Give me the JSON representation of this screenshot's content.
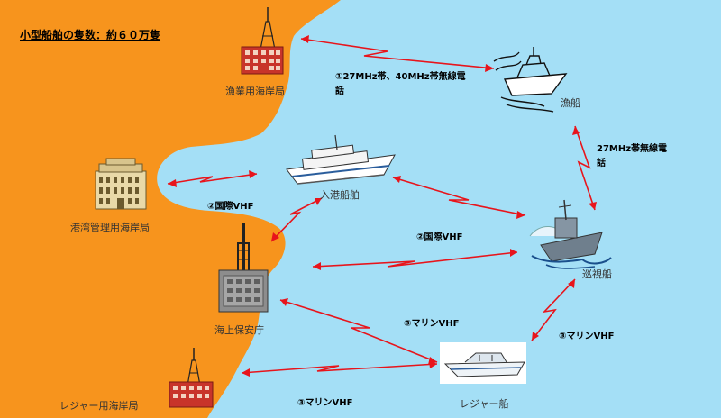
{
  "title": "小型船舶の隻数：約６０万隻",
  "colors": {
    "land": "#f7941d",
    "sea": "#a4dff6",
    "link": "#e8141b",
    "building": "#c8342a"
  },
  "nodes": {
    "fishery_station": {
      "label": "漁業用海岸局",
      "icon": "radio-tower-building-icon"
    },
    "fishing_boat": {
      "label": "漁船",
      "icon": "fishing-ship-icon"
    },
    "port_station": {
      "label": "港湾管理用海岸局",
      "icon": "port-building-icon"
    },
    "entering_ship": {
      "label": "入港船舶",
      "icon": "passenger-ship-icon"
    },
    "coast_guard": {
      "label": "海上保安庁",
      "icon": "coast-guard-antenna-icon"
    },
    "patrol_ship": {
      "label": "巡視船",
      "icon": "patrol-ship-icon"
    },
    "leisure_station": {
      "label": "レジャー用海岸局",
      "icon": "radio-tower-building-icon"
    },
    "leisure_boat": {
      "label": "レジャー船",
      "icon": "motor-boat-icon"
    }
  },
  "links": {
    "l1_line1": "①27MHz帯、40MHz帯無線電",
    "l1_line2": "話",
    "l_fish_patrol_line1": "27MHz帯無線電",
    "l_fish_patrol_line2": "話",
    "l2_port": "②国際VHF",
    "l2_coast": "②国際VHF",
    "l3_coast": "③マリンVHF",
    "l3_patrol": "③マリンVHF",
    "l3_leisure": "③マリンVHF"
  }
}
